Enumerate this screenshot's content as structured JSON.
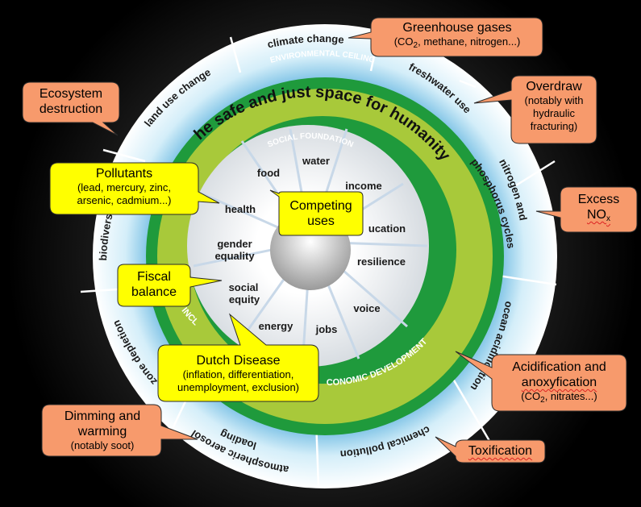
{
  "rings": {
    "ceiling_label": "ENVIRONMENTAL CEILING",
    "foundation_label": "SOCIAL FOUNDATION",
    "space_label_visible": "he safe and just space for humanity",
    "inclusive_partial": "INCL",
    "economic_partial": "CONOMIC DEVELOPMENT"
  },
  "planetary_boundaries": [
    "climate change",
    "freshwater use",
    "nitrogen and",
    "phosphorus cycles",
    "ocean acidification",
    "chemical pollution",
    "atmospheric aerosol",
    "loading",
    "zone depletion",
    "biodivers",
    "land use change"
  ],
  "social_foundation": [
    "food",
    "water",
    "income",
    "ucation",
    "resilience",
    "voice",
    "jobs",
    "energy",
    "social",
    "equity",
    "gender",
    "equality",
    "health"
  ],
  "callouts_orange": {
    "greenhouse": {
      "title": "Greenhouse gases",
      "sub_pre": "(CO",
      "sub_idx": "2",
      "sub_post": ", methane, nitrogen...)"
    },
    "ecosystem": {
      "line1": "Ecosystem",
      "line2": "destruction"
    },
    "overdraw": {
      "title": "Overdraw",
      "l1": "(notably with",
      "l2": "hydraulic",
      "l3": "fracturing)"
    },
    "excess": {
      "line1": "Excess",
      "nox": "NO",
      "nox_idx": "x"
    },
    "acid": {
      "l1": "Acidification and",
      "l2": "anoxyfication",
      "sub_pre": "(CO",
      "sub_idx": "2",
      "sub_post": ", nitrates...)"
    },
    "dimming": {
      "l1": "Dimming and",
      "l2": "warming",
      "sub": "(notably soot)"
    },
    "toxification": {
      "title": "Toxification"
    }
  },
  "callouts_yellow": {
    "pollutants": {
      "title": "Pollutants",
      "l1": "(lead, mercury, zinc,",
      "l2": "arsenic, cadmium...)"
    },
    "competing": {
      "l1": "Competing",
      "l2": "uses"
    },
    "fiscal": {
      "l1": "Fiscal",
      "l2": "balance"
    },
    "dutch": {
      "title": "Dutch Disease",
      "l1": "(inflation, differentiation,",
      "l2": "unemployment, exclusion)"
    }
  },
  "colors": {
    "outer_ring": "#bfe4f4",
    "outer_edge": "#ffffff",
    "dark_green": "#1f9a3c",
    "light_green": "#a8c93a",
    "callout_orange": "#f79a6c",
    "callout_yellow": "#ffff00"
  }
}
